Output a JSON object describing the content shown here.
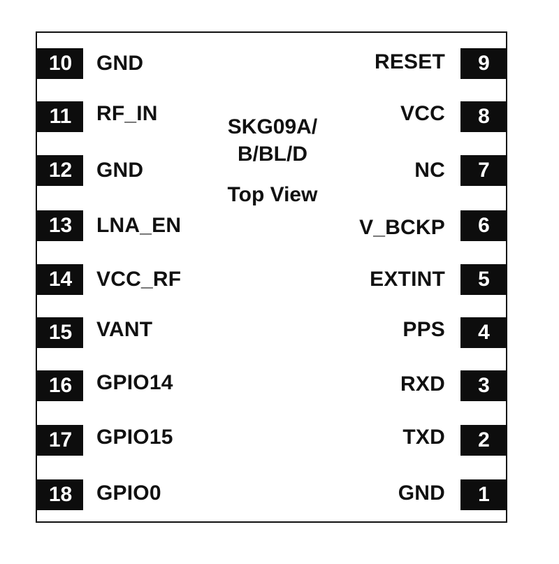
{
  "diagram": {
    "part_name_line1": "SKG09A/",
    "part_name_line2": "B/BL/D",
    "view_label": "Top View"
  },
  "left_pins": [
    {
      "number": "10",
      "label": "GND"
    },
    {
      "number": "11",
      "label": "RF_IN"
    },
    {
      "number": "12",
      "label": "GND"
    },
    {
      "number": "13",
      "label": "LNA_EN"
    },
    {
      "number": "14",
      "label": "VCC_RF"
    },
    {
      "number": "15",
      "label": "VANT"
    },
    {
      "number": "16",
      "label": "GPIO14"
    },
    {
      "number": "17",
      "label": "GPIO15"
    },
    {
      "number": "18",
      "label": "GPIO0"
    }
  ],
  "right_pins": [
    {
      "number": "9",
      "label": "RESET"
    },
    {
      "number": "8",
      "label": "VCC"
    },
    {
      "number": "7",
      "label": "NC"
    },
    {
      "number": "6",
      "label": "V_BCKP"
    },
    {
      "number": "5",
      "label": "EXTINT"
    },
    {
      "number": "4",
      "label": "PPS"
    },
    {
      "number": "3",
      "label": "RXD"
    },
    {
      "number": "2",
      "label": "TXD"
    },
    {
      "number": "1",
      "label": "GND"
    }
  ]
}
